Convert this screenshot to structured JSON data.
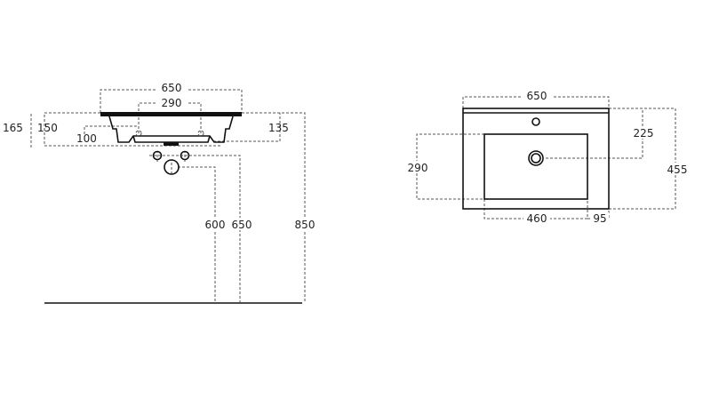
{
  "side_view": {
    "width_label": "650",
    "tap_spacing_label": "290",
    "total_height_label": "165",
    "left_depth_label": "150",
    "tap_offset_label": "100",
    "right_depth_label": "135",
    "height_600_label": "600",
    "height_650_label": "650",
    "height_850_label": "850"
  },
  "top_view": {
    "width_label": "650",
    "drain_offset_label": "225",
    "depth_label": "455",
    "bowl_depth_label": "290",
    "bowl_width_label": "460",
    "side_margin_label": "95"
  }
}
